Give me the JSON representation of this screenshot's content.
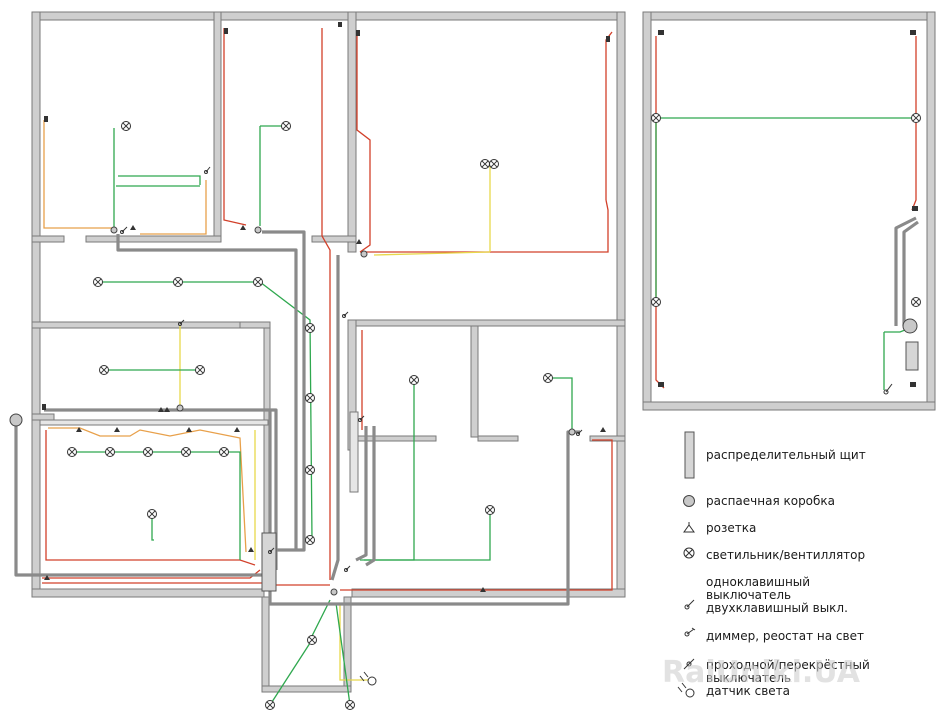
{
  "legend": {
    "panel": "распределительный щит",
    "junction_box": "распаечная коробка",
    "socket": "розетка",
    "lamp": "светильник/вентиллятор",
    "switch_single": "одноклавишный",
    "switch_single_2": "выключатель",
    "switch_double": "двухклавишный выкл.",
    "dimmer": "диммер, реостат на свет",
    "passthrough": "проходной/перекрёстный",
    "passthrough_2": "выключатель",
    "light_sensor": "датчик света"
  },
  "watermark": "RaiUniki.UA",
  "colors": {
    "wall": "#bfbfbf",
    "wall_edge": "#7a7a7a",
    "wire_green": "#2fa84f",
    "wire_red": "#d2402a",
    "wire_orange": "#e8a04a",
    "wire_yellow": "#e8d84a",
    "cable_gray": "#8a8a8a",
    "symbol": "#333333"
  }
}
